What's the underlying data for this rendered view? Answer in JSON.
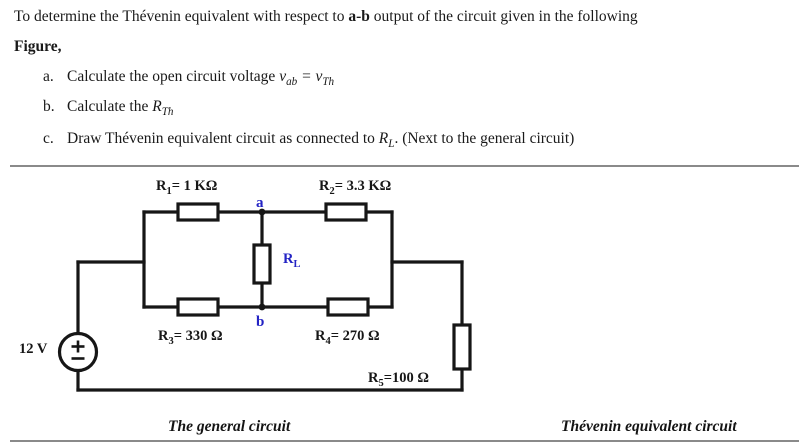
{
  "statement": {
    "intro_before_bold": "To determine the Thévenin equivalent with respect to ",
    "intro_bold": "a-b",
    "intro_after_bold": " output of the circuit given in the following",
    "figure_word": "Figure,",
    "items": [
      {
        "marker": "a.",
        "text_before": "Calculate the open circuit voltage ",
        "math": "v_ab = v_Th",
        "math_parts": {
          "v1": "v",
          "sub1": "ab",
          "eq": "=",
          "v2": "v",
          "sub2": "Th"
        }
      },
      {
        "marker": "b.",
        "text_before": "Calculate the ",
        "math": "R_Th",
        "math_parts": {
          "v1": "R",
          "sub1": "Th"
        }
      },
      {
        "marker": "c.",
        "text_before": "Draw Thévenin equivalent circuit as connected to ",
        "math": "R_L",
        "math_parts": {
          "v1": "R",
          "sub1": "L"
        },
        "text_after": ". (Next to the general circuit)"
      }
    ]
  },
  "figure": {
    "source": {
      "label": "12 V",
      "symbol": "±",
      "value": 12,
      "unit": "V"
    },
    "components": [
      {
        "id": "R1",
        "name": "R",
        "sub": "1",
        "text": "= 1 KΩ",
        "value": 1,
        "unit": "KΩ",
        "orientation": "horizontal"
      },
      {
        "id": "R2",
        "name": "R",
        "sub": "2",
        "text": "= 3.3 KΩ",
        "value": 3.3,
        "unit": "KΩ",
        "orientation": "horizontal"
      },
      {
        "id": "R3",
        "name": "R",
        "sub": "3",
        "text": "= 330 Ω",
        "value": 330,
        "unit": "Ω",
        "orientation": "horizontal"
      },
      {
        "id": "R4",
        "name": "R",
        "sub": "4",
        "text": "= 270 Ω",
        "value": 270,
        "unit": "Ω",
        "orientation": "horizontal"
      },
      {
        "id": "R5",
        "name": "R",
        "sub": "5",
        "text": "=100 Ω",
        "value": 100,
        "unit": "Ω",
        "orientation": "vertical"
      },
      {
        "id": "RL",
        "name": "R",
        "sub": "L",
        "text": "",
        "value": null,
        "unit": "",
        "orientation": "vertical"
      }
    ],
    "nodes": [
      {
        "id": "a",
        "label": "a",
        "color": "#2323c4"
      },
      {
        "id": "b",
        "label": "b",
        "color": "#2323c4"
      }
    ],
    "captions": {
      "general": "The general circuit",
      "thevenin": "Thévenin equivalent circuit"
    },
    "colors": {
      "wire": "#161616",
      "node_label": "#2323c4",
      "rule": "#8a8a8a",
      "text": "#191919"
    }
  }
}
